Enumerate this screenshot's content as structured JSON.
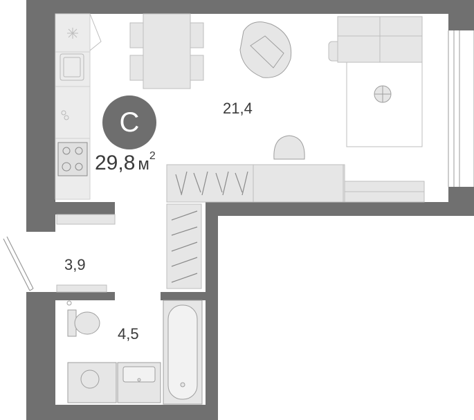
{
  "apartment": {
    "type_letter": "С",
    "total_area_value": "29,8",
    "total_area_unit": "м",
    "total_area_power": "2"
  },
  "rooms": {
    "main_room_area": "21,4",
    "hall_area": "3,9",
    "bathroom_area": "4,5"
  },
  "colors": {
    "wall": "#707070",
    "furniture_fill": "#e6e6e6",
    "furniture_stroke": "#bdbdbd",
    "badge": "#6e6e6e"
  }
}
